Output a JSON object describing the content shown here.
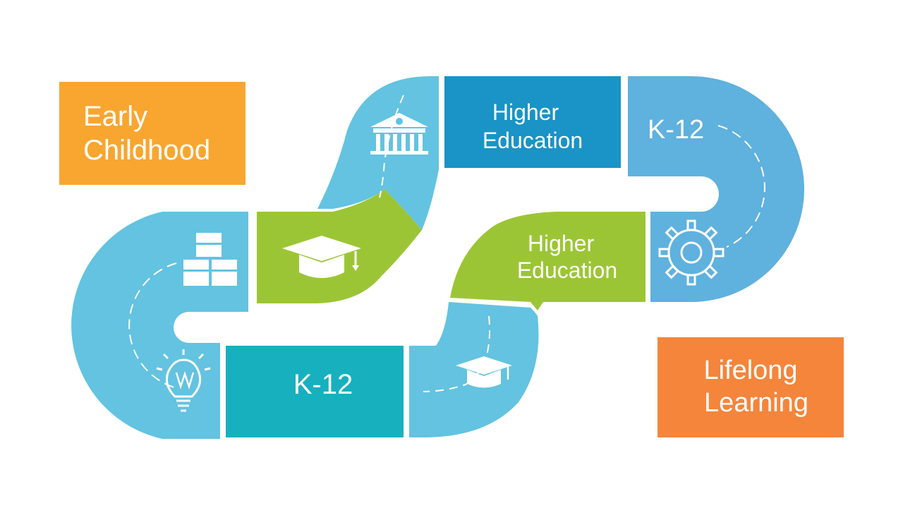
{
  "colors": {
    "path_light_blue": "#63c3e1",
    "path_mid_blue": "#5fb1de",
    "tile_dark_blue": "#1a93c6",
    "tile_teal": "#17b0bf",
    "tile_green": "#9cc536",
    "box_orange_top": "#f8a630",
    "box_orange_bottom": "#f4853b",
    "background": "#ffffff"
  },
  "labels": {
    "early_line1": "Early",
    "early_line2": "Childhood",
    "higher_top_line1": "Higher",
    "higher_top_line2": "Education",
    "k12_top": "K-12",
    "higher_mid_line1": "Higher",
    "higher_mid_line2": "Education",
    "k12_bottom": "K-12",
    "lifelong_line1": "Lifelong",
    "lifelong_line2": "Learning"
  },
  "icons": [
    "university-building-icon",
    "graduation-cap-icon",
    "gear-icon",
    "stacked-boxes-icon",
    "lightbulb-icon"
  ]
}
